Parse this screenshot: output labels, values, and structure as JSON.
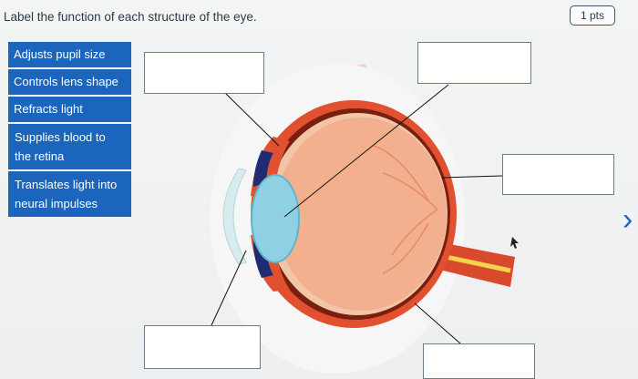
{
  "question": {
    "prompt": "Label the function of each structure of the eye.",
    "points": "1 pts"
  },
  "label_bank": [
    "Adjusts pupil size",
    "Controls lens shape",
    "Refracts light",
    "Supplies blood to the retina",
    "Translates light into neural impulses"
  ],
  "colors": {
    "label_bg": "#1b65bd",
    "label_text": "#ffffff",
    "box_border": "#6c7c8c"
  },
  "icons": [
    "mouse-cursor-icon",
    "chevron-right-icon"
  ]
}
